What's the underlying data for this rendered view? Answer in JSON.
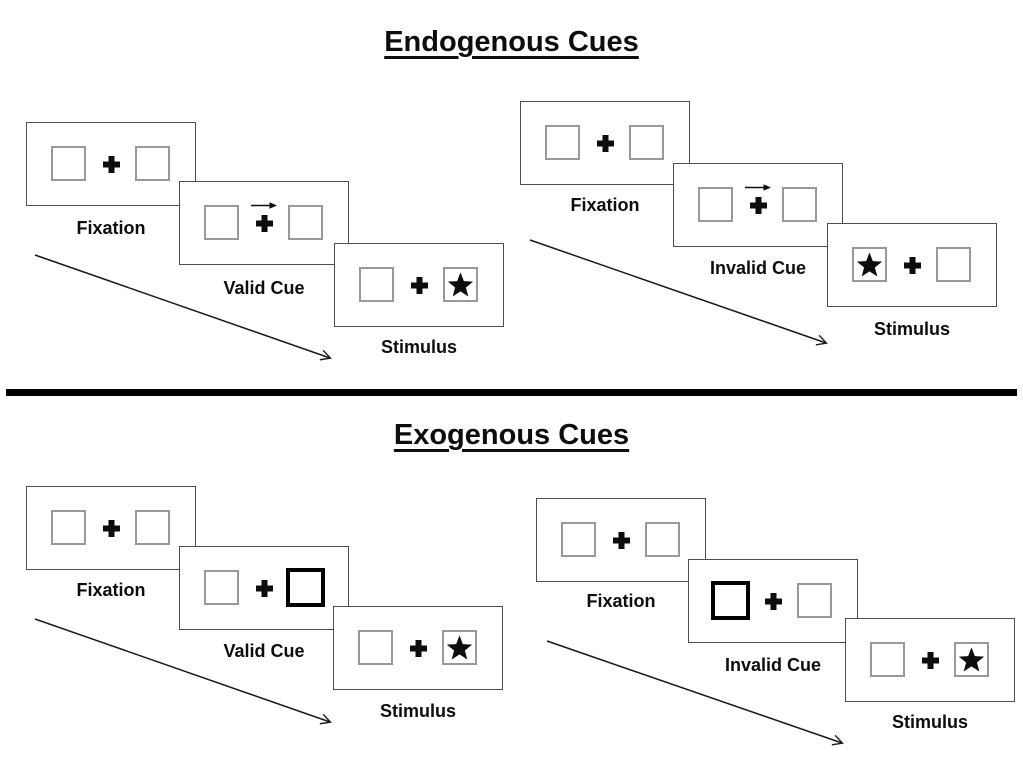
{
  "sections": [
    {
      "title": "Endogenous Cues",
      "cue_mechanism": "central arrow above fixation cross",
      "sequences": [
        {
          "name": "valid",
          "steps": [
            {
              "label": "Fixation",
              "type": "fixation"
            },
            {
              "label": "Valid Cue",
              "type": "cue",
              "cue": "arrow-pointing-right"
            },
            {
              "label": "Stimulus",
              "type": "stimulus",
              "star_in": "right-box"
            }
          ]
        },
        {
          "name": "invalid",
          "steps": [
            {
              "label": "Fixation",
              "type": "fixation"
            },
            {
              "label": "Invalid Cue",
              "type": "cue",
              "cue": "arrow-pointing-right"
            },
            {
              "label": "Stimulus",
              "type": "stimulus",
              "star_in": "left-box"
            }
          ]
        }
      ]
    },
    {
      "title": "Exogenous Cues",
      "cue_mechanism": "peripheral bold box",
      "sequences": [
        {
          "name": "valid",
          "steps": [
            {
              "label": "Fixation",
              "type": "fixation"
            },
            {
              "label": "Valid Cue",
              "type": "cue",
              "cue": "bold-right-box"
            },
            {
              "label": "Stimulus",
              "type": "stimulus",
              "star_in": "right-box"
            }
          ]
        },
        {
          "name": "invalid",
          "steps": [
            {
              "label": "Fixation",
              "type": "fixation"
            },
            {
              "label": "Invalid Cue",
              "type": "cue",
              "cue": "bold-left-box"
            },
            {
              "label": "Stimulus",
              "type": "stimulus",
              "star_in": "right-box"
            }
          ]
        }
      ]
    }
  ],
  "colors": {
    "background": "#ffffff",
    "ink": "#000000",
    "panel_border": "#4d4d4d",
    "box_border": "#999999"
  }
}
